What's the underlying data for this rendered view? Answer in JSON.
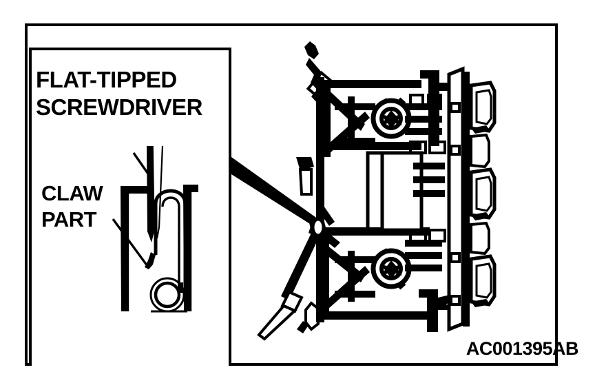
{
  "figure": {
    "reference_code": "AC001395AB",
    "line_color": "#000000",
    "background_color": "#ffffff"
  },
  "detail_panel": {
    "labels": {
      "screwdriver_line1": "FLAT-TIPPED",
      "screwdriver_line2": "SCREWDRIVER",
      "claw_line1": "CLAW",
      "claw_line2": "PART"
    }
  },
  "icons": {
    "detail_illustration": "claw-part-detail-illustration",
    "assembly_illustration": "instrument-panel-assembly-illustration",
    "callout_wedge": "callout-wedge-icon",
    "screwdriver_tool": "flat-tipped-screwdriver-icon",
    "claw_hook": "claw-hook-icon",
    "leader_line_screwdriver": "leader-line-screwdriver",
    "leader_line_claw": "leader-line-claw"
  }
}
